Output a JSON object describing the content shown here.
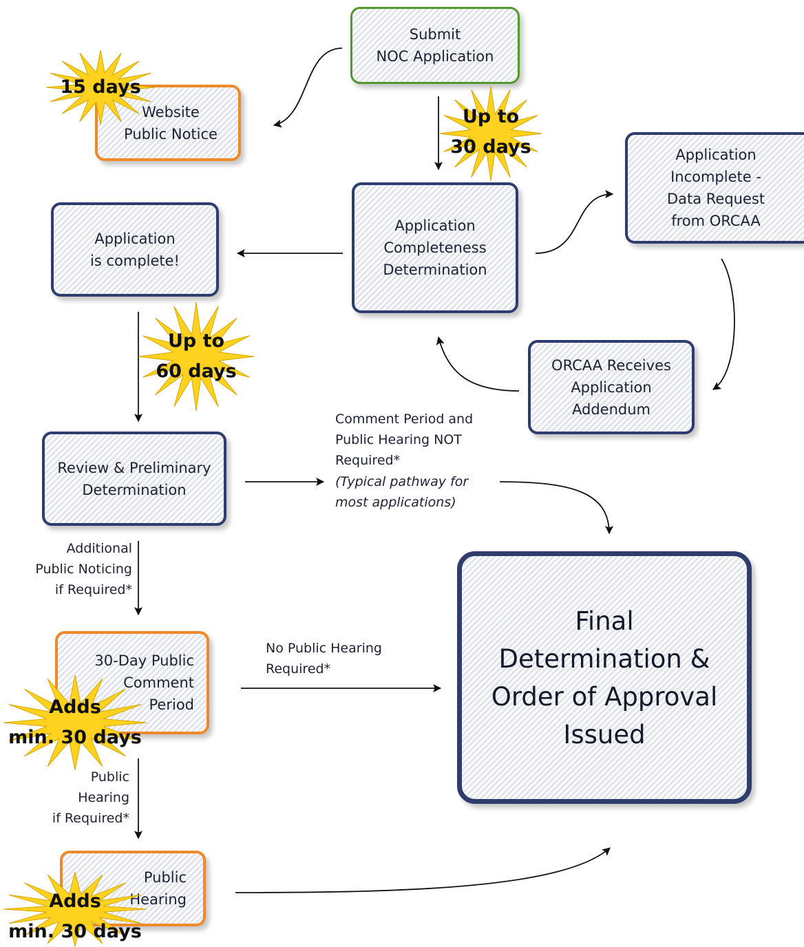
{
  "boxes": {
    "submit": "Submit\nNOC Application",
    "website_notice": "Website\nPublic Notice",
    "completeness": "Application\nCompleteness\nDetermination",
    "incomplete": "Application\nIncomplete -\nData  Request\nfrom ORCAA",
    "complete": "Application\nis complete!",
    "addendum": "ORCAA Receives\nApplication\nAddendum",
    "review": "Review & Preliminary\nDetermination",
    "comment_period": "30-Day Public\nComment\nPeriod",
    "public_hearing": "Public\nHearing",
    "final": "Final\nDetermination &\nOrder of Approval\nIssued"
  },
  "bursts": {
    "days15": "15 days",
    "upto30": "Up to\n30 days",
    "upto60": "Up to\n60 days",
    "adds30_comment": "Adds\nmin. 30 days",
    "adds30_hearing": "Adds\nmin. 30 days"
  },
  "labels": {
    "not_required": "Comment Period and\nPublic Hearing NOT\nRequired*",
    "typical": "(Typical pathway for\nmost applications)",
    "additional_noticing": "Additional\nPublic Noticing\nif Required*",
    "no_hearing": "No Public Hearing\nRequired*",
    "hearing_if_required": "Public\nHearing\nif Required*"
  },
  "colors": {
    "navy_border": "#2f3c6e",
    "green_border": "#4f9a2b",
    "orange_border": "#ef8a2a",
    "burst_fill": "#ffd21f",
    "arrow": "#111111"
  }
}
